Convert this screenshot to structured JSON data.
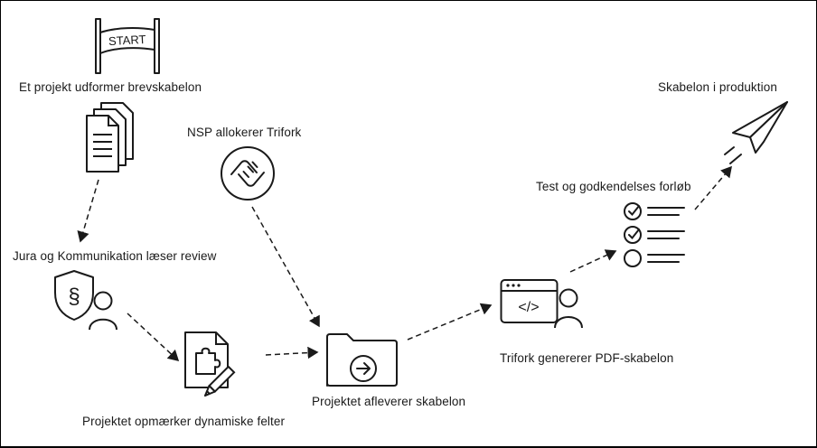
{
  "page": {
    "background": "#ffffff",
    "line_color": "#1a1a1a"
  },
  "nodes": {
    "start_banner": {
      "label": "START",
      "icon": "start-banner-icon"
    },
    "draft_template": {
      "label": "Et projekt udformer brevskabelon",
      "icon": "documents-icon"
    },
    "nsp_allocates": {
      "label": "NSP allokerer Trifork",
      "icon": "handshake-icon"
    },
    "legal_review": {
      "label": "Jura og Kommunikation læser review",
      "icon": "legal-shield-person-icon"
    },
    "mark_fields": {
      "label": "Projektet opmærker dynamiske felter",
      "icon": "document-puzzle-pencil-icon"
    },
    "deliver_template": {
      "label": "Projektet afleverer skabelon",
      "icon": "folder-arrow-icon"
    },
    "generate_pdf": {
      "label": "Trifork genererer PDF-skabelon",
      "icon": "code-window-person-icon"
    },
    "test_approval": {
      "label": "Test og godkendelses forløb",
      "icon": "checklist-icon"
    },
    "in_production": {
      "label": "Skabelon i produktion",
      "icon": "paper-plane-icon"
    }
  },
  "glyphs": {
    "code": "</>",
    "paragraph": "§"
  },
  "edges": [
    {
      "from": "draft_template",
      "to": "legal_review"
    },
    {
      "from": "legal_review",
      "to": "mark_fields"
    },
    {
      "from": "nsp_allocates",
      "to": "deliver_template"
    },
    {
      "from": "mark_fields",
      "to": "deliver_template"
    },
    {
      "from": "deliver_template",
      "to": "generate_pdf"
    },
    {
      "from": "generate_pdf",
      "to": "test_approval"
    },
    {
      "from": "test_approval",
      "to": "in_production"
    }
  ]
}
